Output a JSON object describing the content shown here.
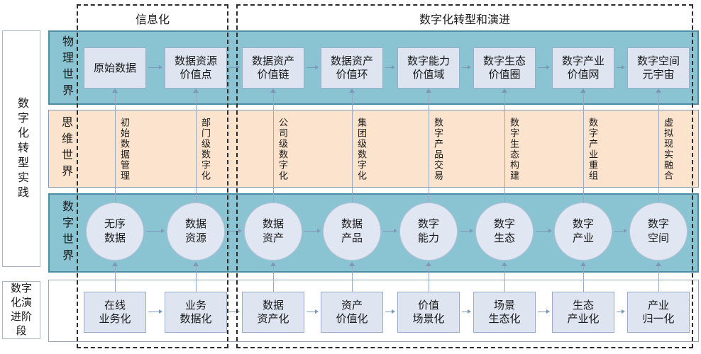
{
  "regions": {
    "informatization": "信息化",
    "transformation": "数字化转型和演进"
  },
  "left_panel": {
    "practice": "数字化转型实践",
    "stages": "数字化演进阶段"
  },
  "row_labels": {
    "physical": "物理世界",
    "mental": "思维世界",
    "digital": "数字世界"
  },
  "columns": [
    {
      "physical": "原始数据",
      "mental": "初始数据管理",
      "digital": "无序\n数据",
      "stage": "在线\n业务化"
    },
    {
      "physical": "数据资源\n价值点",
      "mental": "部门级数字化",
      "digital": "数据\n资源",
      "stage": "业务\n数据化"
    },
    {
      "physical": "数据资产\n价值链",
      "mental": "公司级数字化",
      "digital": "数据\n资产",
      "stage": "数据\n资产化"
    },
    {
      "physical": "数据资产\n价值环",
      "mental": "集团级数字化",
      "digital": "数据\n产品",
      "stage": "资产\n价值化"
    },
    {
      "physical": "数字能力\n价值域",
      "mental": "数字产品交易",
      "digital": "数字\n能力",
      "stage": "价值\n场景化"
    },
    {
      "physical": "数字生态\n价值圈",
      "mental": "数字生态构建",
      "digital": "数字\n生态",
      "stage": "场景\n生态化"
    },
    {
      "physical": "数字产业\n价值网",
      "mental": "数字产业重组",
      "digital": "数字\n产业",
      "stage": "生态\n产业化"
    },
    {
      "physical": "数字空间\n元宇宙",
      "mental": "虚拟现实融合",
      "digital": "数字\n空间",
      "stage": "产业\n归一化"
    }
  ],
  "colors": {
    "teal_band": "#8AC4D2",
    "teal_border": "#4E8CA3",
    "peach_band": "#FBE3CD",
    "peach_border": "#8797AF",
    "node_fill": "#DEE5F1",
    "node_border": "#9BACCB",
    "circle_fill": "#E1E7F2",
    "circle_border": "#B7C2D6",
    "connector": "#7D98B6",
    "dashed_border": "#2B2B2B"
  }
}
